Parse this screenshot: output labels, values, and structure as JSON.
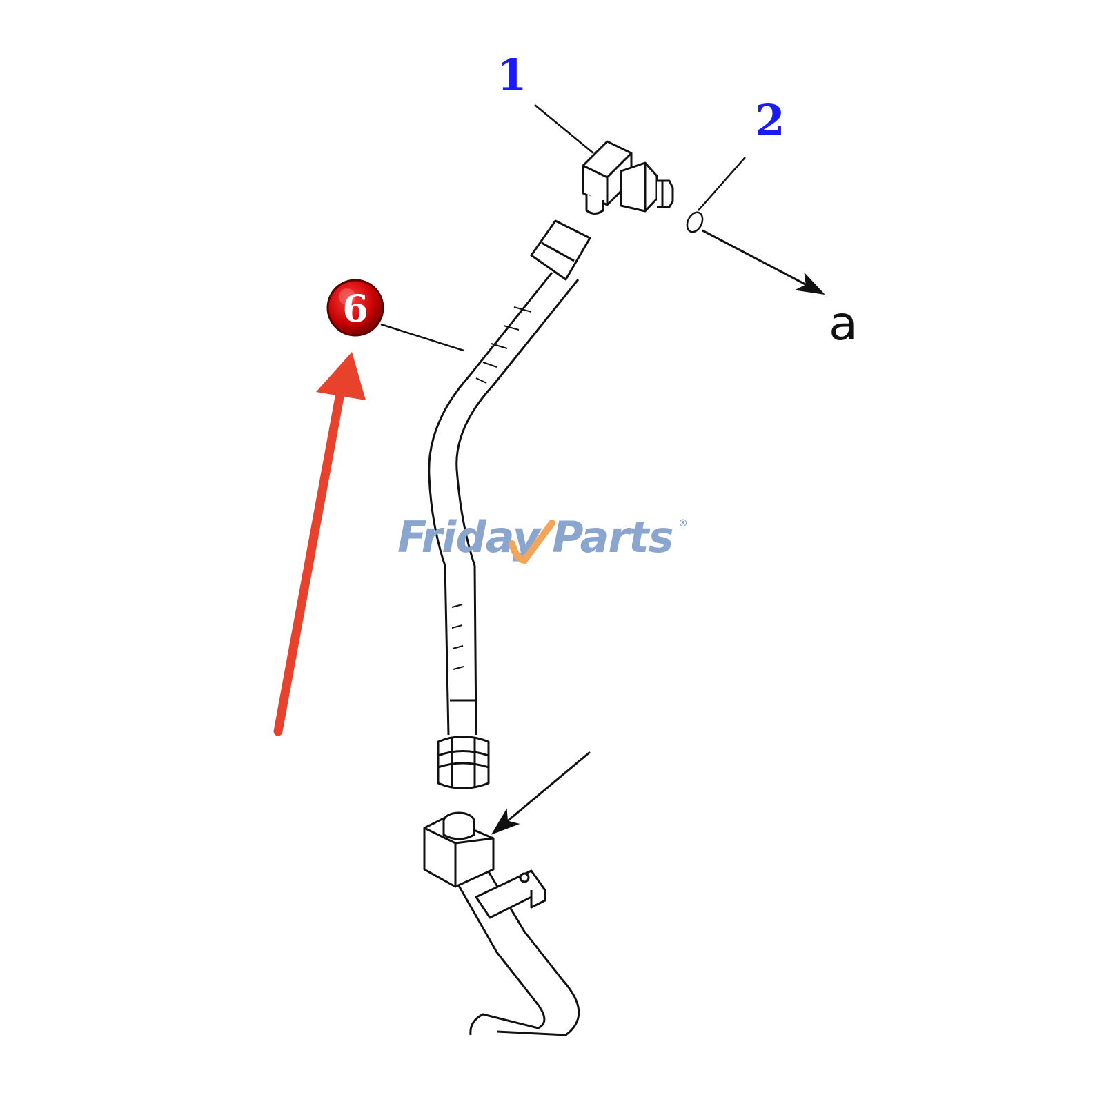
{
  "diagram": {
    "callouts": [
      {
        "id": "1",
        "label": "1",
        "color": "#1a1aff"
      },
      {
        "id": "2",
        "label": "2",
        "color": "#1a1aff"
      },
      {
        "id": "6",
        "label": "6",
        "color": "#cc0000",
        "highlighted": true
      }
    ],
    "direction_label": "a",
    "pointer_arrow_color": "#e8412c",
    "line_color": "#111111"
  },
  "watermark": {
    "part1": "Friday",
    "part2": "Parts",
    "registered": "®",
    "color": "#8aa6cf",
    "accent_color": "#f2a65a"
  }
}
